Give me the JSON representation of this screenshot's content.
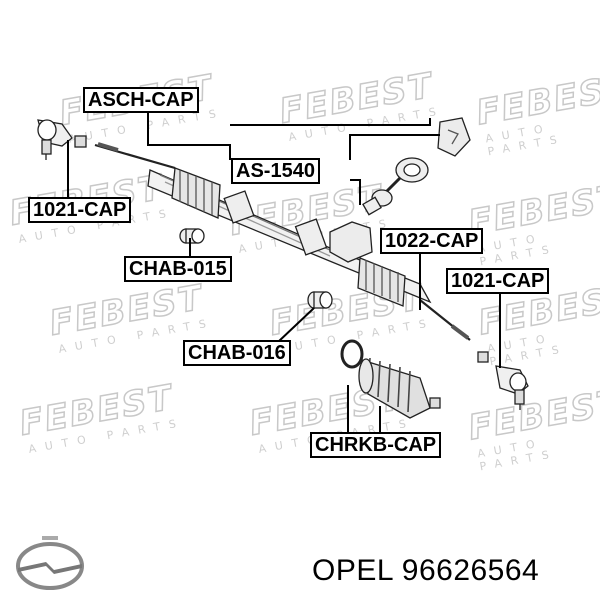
{
  "callouts": {
    "asch_cap": "ASCH-CAP",
    "as_1540": "AS-1540",
    "tie_rod_end_left": "1021-CAP",
    "chab_015": "CHAB-015",
    "chab_016": "CHAB-016",
    "tie_rod_1022": "1022-CAP",
    "tie_rod_end_right": "1021-CAP",
    "chrkb_cap": "CHRKB-CAP"
  },
  "watermark": {
    "brand": "FEBEST",
    "sub": "AUTO PARTS"
  },
  "footer": {
    "text": "OPEL 96626564"
  }
}
